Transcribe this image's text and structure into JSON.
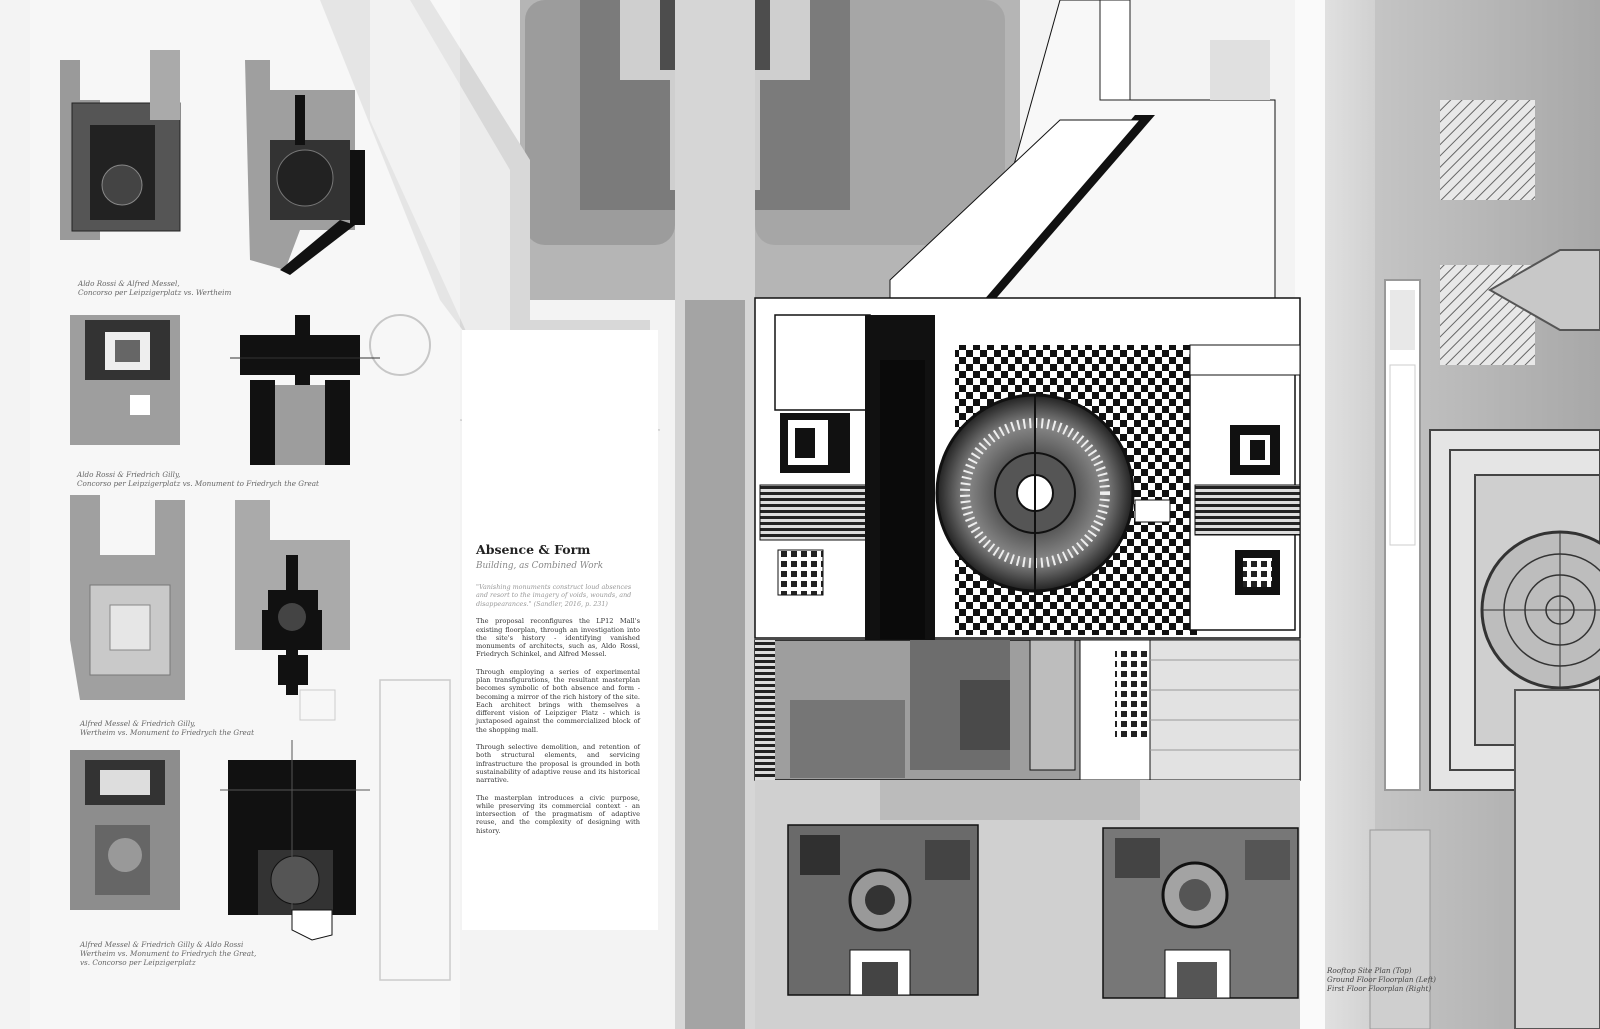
{
  "panel": {
    "title": "Absence & Form",
    "subtitle": "Building, as Combined Work",
    "quote": "\"Vanishing monuments construct loud absences and resort to the imagery of voids, wounds, and disappearances.\" (Sandler, 2016, p. 231)",
    "paragraphs": [
      "The proposal reconfigures the LP12 Mall's existing floorplan, through an investigation into the site's history - identifying vanished monuments of architects, such as, Aldo Rossi, Friedrych Schinkel, and Alfred Messel.",
      "Through employing a series of experimental plan transfigurations, the resultant masterplan becomes symbolic of both absence and form - becoming a mirror of the rich history of the site. Each architect brings with themselves a different vision of Leipziger Platz - which is juxtaposed against the commercialized block of the shopping mall.",
      "Through selective demolition, and retention of both structural elements, and servicing infrastructure the proposal is grounded in both sustainability of adaptive reuse and its historical narrative.",
      "The masterplan introduces a civic purpose, while preserving its commercial context - an intersection of the pragmatism of adaptive reuse, and the complexity of designing with history."
    ]
  },
  "captions": {
    "c1": [
      "Aldo Rossi & Alfred Messel,",
      "Concorso per Leipzigerplatz vs. Wertheim"
    ],
    "c2": [
      "Aldo Rossi & Friedrich Gilly,",
      "Concorso per Leipzigerplatz vs. Monument  to Friedrych the Great"
    ],
    "c3": [
      "Alfred Messel & Friedrich Gilly,",
      "Wertheim vs. Monument  to Friedrych the Great"
    ],
    "c4": [
      "Alfred Messel & Friedrich Gilly  &  Aldo Rossi",
      "Wertheim vs. Monument  to Friedrych the Great,",
      "vs. Concorso per Leipzigerplatz"
    ],
    "legend": [
      "Rooftop Site Plan (Top)",
      "Ground Floor Floorplan (Left)",
      "First Floor Floorplan (Right)"
    ]
  },
  "colors": {
    "background": "#f4f4f4",
    "ink": "#111111",
    "mid_gray": "#8a8a8a",
    "light_gray": "#c8c8c8",
    "panel": "#ffffff"
  }
}
